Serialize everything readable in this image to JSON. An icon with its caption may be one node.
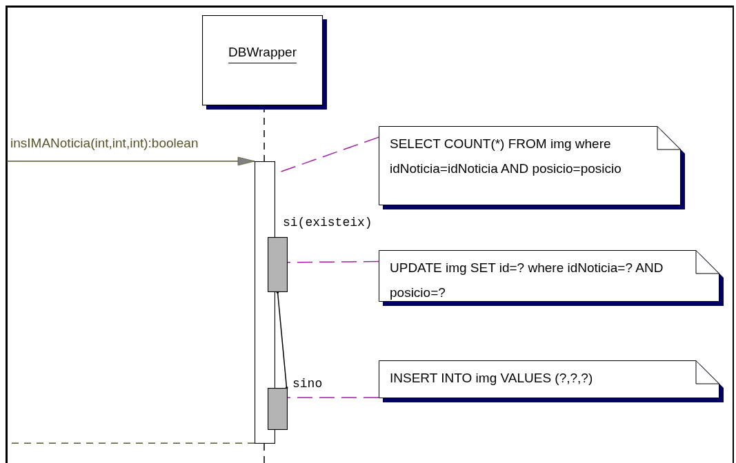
{
  "diagram": {
    "nodes": [
      {
        "text": [
          "DBWrapper"
        ]
      },
      {
        "text": [],
        "shape": "bar"
      },
      {
        "text": [],
        "shape": "bar",
        "beside": [
          "si(existeix)"
        ]
      },
      {
        "text": [],
        "shape": "bar",
        "beside": [
          "sino"
        ]
      },
      {
        "text": [
          "SELECT COUNT(*) FROM img where idNoticia=idNoticia AND posicio=posicio"
        ]
      },
      {
        "text": [
          "UPDATE img SET id=? where idNoticia=? AND posicio=?"
        ]
      },
      {
        "text": [
          "INSERT INTO img VALUES (?,?,?)"
        ]
      }
    ],
    "edges": [
      {
        "from": null,
        "to": 1,
        "arrow": "to",
        "label": "insIMANoticia(int,int,int):boolean",
        "color": "#55552a"
      },
      {
        "from": 0,
        "to": 1,
        "arrow": "none",
        "style": "dashed",
        "color": "#000000"
      },
      {
        "from": 4,
        "to": 1,
        "arrow": "none",
        "style": "dashed"
      },
      {
        "from": 5,
        "to": 2,
        "arrow": "none",
        "style": "dashed"
      },
      {
        "from": 2,
        "to": 3,
        "arrow": "other",
        "color": "#000000"
      },
      {
        "from": 6,
        "to": 3,
        "arrow": "none",
        "style": "dashed"
      },
      {
        "from": 1,
        "to": null,
        "arrow": "none",
        "style": "dashed",
        "color": "#55552a"
      }
    ]
  }
}
